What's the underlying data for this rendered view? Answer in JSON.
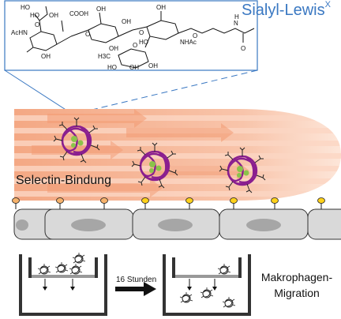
{
  "title": {
    "main": "Sialyl-Lewis",
    "superscript": "X"
  },
  "labels": {
    "binding": "Selectin-Bindung",
    "duration": "16 Stunden",
    "migration_line1": "Makrophagen-",
    "migration_line2": "Migration"
  },
  "structure_labels": {
    "ho1": "HO",
    "ho2": "HO",
    "oh1": "OH",
    "cooh": "COOH",
    "oh2": "OH",
    "acnh": "AcHN",
    "oh3": "OH",
    "oh4": "OH",
    "oh5": "OH",
    "o1": "O",
    "o2": "O",
    "o3": "O",
    "o4": "O",
    "oh6": "OH",
    "ho3": "HO",
    "nhac": "NHAc",
    "h3c": "H3C",
    "o5": "O",
    "ho4": "HO",
    "oh7": "OH",
    "oh8": "OH",
    "nh": "N",
    "h": "H",
    "o6": "O"
  },
  "colors": {
    "title_blue": "#3a78c2",
    "stream": "#f6b89a",
    "stream_stripe": "#f9d2bd",
    "arrow": "#f29a72",
    "particle_purple": "#8a1f8f",
    "particle_green": "#8bc34a",
    "cell": "#d9d9d9",
    "nucleus": "#a6a6a6",
    "selectin_yellow": "#ffd11a",
    "selectin_orange": "#f6b26b"
  }
}
